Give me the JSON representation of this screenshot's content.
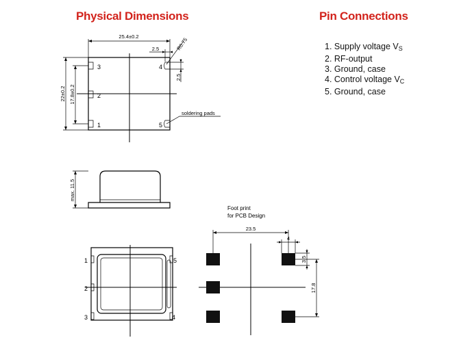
{
  "headings": {
    "physical_dimensions": "Physical Dimensions",
    "pin_connections": "Pin Connections"
  },
  "pin_connections": [
    {
      "text": "1. Supply voltage V",
      "sub": "S"
    },
    {
      "text": "2. RF-output",
      "sub": ""
    },
    {
      "text": "3. Ground, case",
      "sub": ""
    },
    {
      "text": "4. Control voltage V",
      "sub": "C"
    },
    {
      "text": "5. Ground, case",
      "sub": ""
    }
  ],
  "top_view": {
    "width_dim": "25.4±0.2",
    "pad_offset_dim": "2.5",
    "radius_dim": "R0.75",
    "pad_height_dim": "2.5",
    "height_dim": "22±0.2",
    "pin_pitch_dim": "17.8±0.2",
    "soldering_pads_label": "soldering pads",
    "pin_labels": {
      "p1": "1",
      "p2": "2",
      "p3": "3",
      "p4": "4",
      "p5": "5"
    }
  },
  "side_view": {
    "height_dim": "max. 11.5"
  },
  "bottom_view": {
    "pin_labels": {
      "p1": "1",
      "p2": "2",
      "p3": "3",
      "p4": "4",
      "p5": "5"
    }
  },
  "footprint": {
    "title_line1": "Foot print",
    "title_line2": "for PCB Design",
    "width_dim": "23.5",
    "pad_width_dim": "4",
    "pad_height_dim": "3.5",
    "pitch_dim": "17.8"
  },
  "colors": {
    "heading": "#d2231c",
    "line": "#000000",
    "pad_fill": "#111111"
  }
}
